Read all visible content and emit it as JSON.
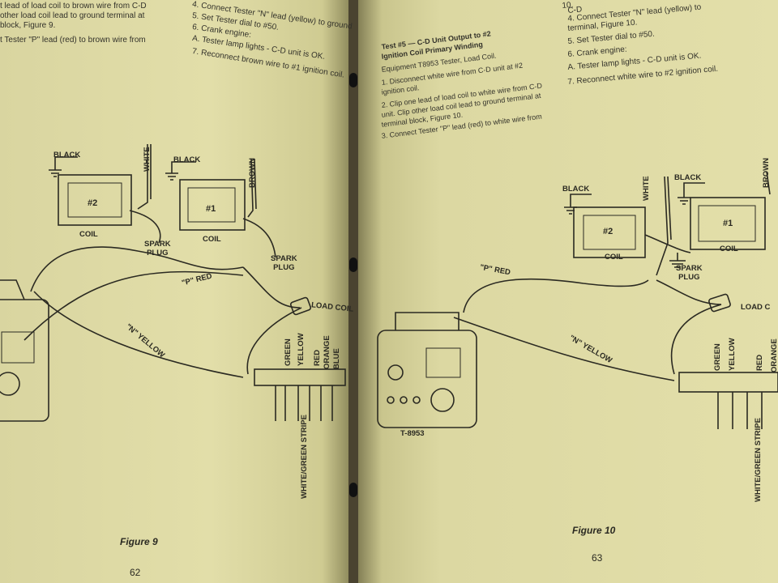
{
  "left_page": {
    "instructions": [
      "t lead of load coil to brown wire from C-D",
      "other load coil lead to ground terminal at",
      "block, Figure 9.",
      "t Tester \"P\" lead (red) to brown wire from"
    ],
    "steps": [
      "4. Connect Tester \"N\" lead (yellow) to ground",
      "5. Set Tester dial to #50.",
      "6. Crank engine:",
      "A. Tester lamp lights - C-D unit is OK.",
      "7. Reconnect brown wire to #1 ignition coil."
    ],
    "labels": {
      "black1": "BLACK",
      "black2": "BLACK",
      "white": "WHITE",
      "brown": "BROWN",
      "coil2_num": "#2",
      "coil1_num": "#1",
      "coil2": "COIL",
      "coil1": "COIL",
      "spark_plug": "SPARK\nPLUG",
      "spark_plug2": "SPARK\nPLUG",
      "p_red": "\"P\" RED",
      "n_yellow": "\"N\" YELLOW",
      "load_coil": "LOAD COIL",
      "green": "GREEN",
      "yellow": "YELLOW",
      "red": "RED",
      "orange": "ORANGE",
      "blue": "BLUE",
      "stripe": "WHITE/GREEN STRIPE"
    },
    "figure": "Figure 9",
    "page_number": "62"
  },
  "right_page": {
    "heading": "Test #5 — C-D Unit Output to #2",
    "subheading": "Ignition Coil Primary Winding",
    "instructions": [
      "Equipment T8953 Tester, Load Coil.",
      "1. Disconnect white wire from C-D unit at #2",
      "ignition coil.",
      "2. Clip one lead of load coil to white wire from C-D",
      "unit. Clip other load coil lead to ground terminal at",
      "terminal block, Figure 10.",
      "3. Connect Tester \"P\" lead (red) to white wire from"
    ],
    "steps": [
      "C-D",
      "10.",
      "4. Connect Tester \"N\" lead (yellow) to",
      "terminal, Figure 10.",
      "5. Set Tester dial to #50.",
      "6. Crank engine:",
      "A. Tester lamp lights - C-D unit is OK.",
      "7. Reconnect white wire to #2 ignition coil."
    ],
    "labels": {
      "black1": "BLACK",
      "black2": "BLACK",
      "white": "WHITE",
      "brown": "BROWN",
      "coil2_num": "#2",
      "coil1_num": "#1",
      "coil2": "COIL",
      "coil1": "COIL",
      "spark_plug": "SPARK\nPLUG",
      "p_red": "\"P\" RED",
      "n_yellow": "\"N\" YELLOW",
      "load_coil": "LOAD C",
      "green": "GREEN",
      "yellow": "YELLOW",
      "red": "RED",
      "orange": "ORANGE",
      "stripe": "WHITE/GREEN STRIPE",
      "tester_model": "T-8953"
    },
    "figure": "Figure 10",
    "page_number": "63"
  },
  "colors": {
    "paper": "#e2dea9",
    "ink": "#2b2a22",
    "spine": "#4a4330"
  }
}
